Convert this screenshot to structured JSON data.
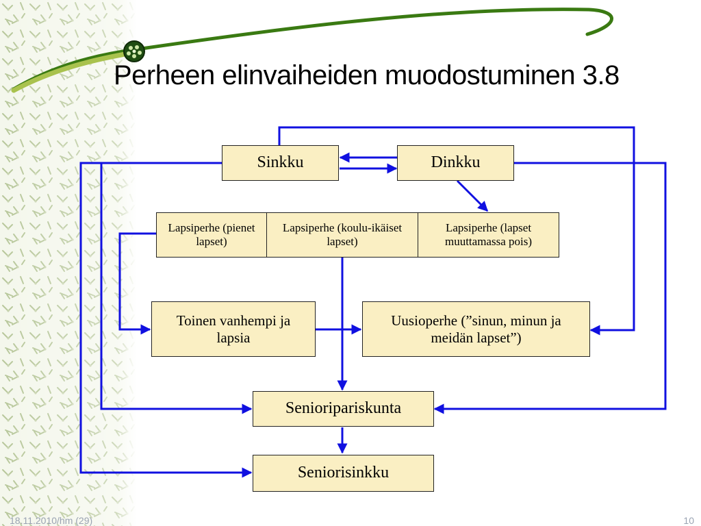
{
  "slide": {
    "title": "Perheen elinvaiheiden muodostuminen 3.8",
    "footer_left": "18.11.2010/hm (29)",
    "footer_right": "10"
  },
  "colors": {
    "arrow": "#1010e0",
    "box_fill": "#faefc3",
    "box_border": "#222222",
    "swoosh_green": "#3a7a12",
    "swoosh_light": "#a9c24e",
    "pattern": "#b7c79a"
  },
  "nodes": {
    "sinkku": "Sinkku",
    "dinkku": "Dinkku",
    "lapsiperhe_pienet": "Lapsiperhe (pienet lapset)",
    "lapsiperhe_koulu": "Lapsiperhe (koulu-ikäiset lapset)",
    "lapsiperhe_muuttamassa": "Lapsiperhe (lapset muuttamassa pois)",
    "toinen_vanhempi": "Toinen vanhempi ja lapsia",
    "uusioperhe": "Uusioperhe (”sinun, minun ja meidän lapset”)",
    "senioripariskunta": "Senioripariskunta",
    "seniorisinkku": "Seniorisinkku"
  }
}
